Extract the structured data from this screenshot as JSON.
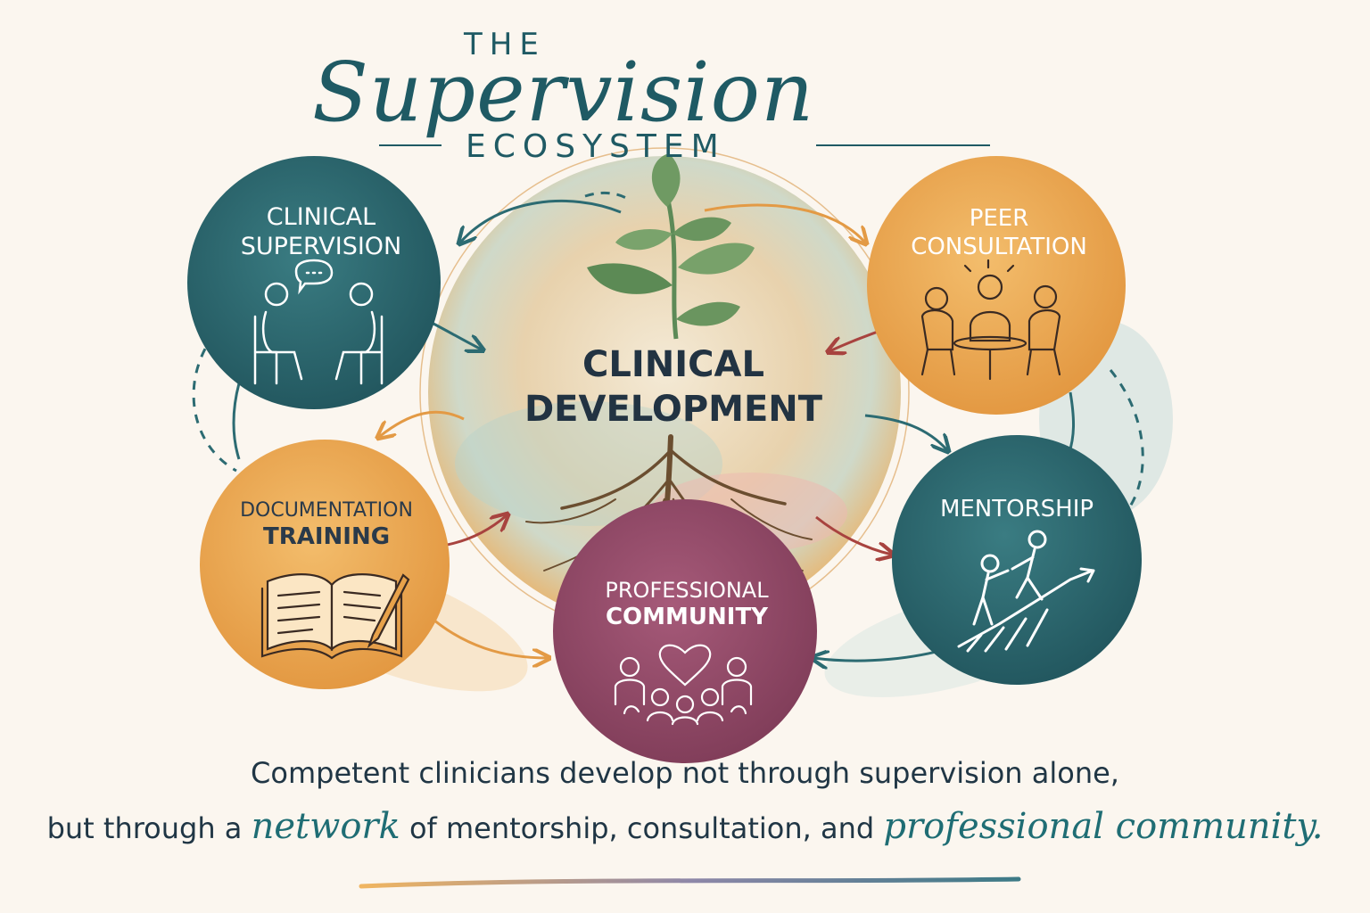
{
  "title": {
    "prefix": "THE",
    "main": "Supervision",
    "suffix": "ECOSYSTEM"
  },
  "center": {
    "line1": "CLINICAL",
    "line2": "DEVELOPMENT",
    "icon": "plant-with-roots-icon"
  },
  "nodes": {
    "clinical_supervision": {
      "line1": "CLINICAL",
      "line2": "SUPERVISION",
      "icon": "two-people-talking-icon",
      "color": "#2c6b72"
    },
    "peer_consultation": {
      "line1": "PEER",
      "line2": "CONSULTATION",
      "icon": "group-meeting-icon",
      "color": "#e9a350"
    },
    "documentation_training": {
      "line1": "DOCUMENTATION",
      "line2": "TRAINING",
      "icon": "open-book-and-pen-icon",
      "color": "#f0b35e"
    },
    "mentorship": {
      "line1": "MENTORSHIP",
      "icon": "helping-hand-climb-icon",
      "color": "#2c6b72"
    },
    "professional_community": {
      "line1": "PROFESSIONAL",
      "line2": "COMMUNITY",
      "icon": "community-heart-icon",
      "color": "#9a4a6a"
    }
  },
  "caption": {
    "line1": "Competent clinicians develop not through supervision alone,",
    "line2_a": "but through a",
    "line2_b": "network",
    "line2_c": "of mentorship, consultation, and",
    "line2_d": "professional community."
  },
  "colors": {
    "teal": "#2c6b72",
    "orange": "#e9a350",
    "plum": "#9a4a6a",
    "background": "#fbf6ef",
    "text": "#203645"
  }
}
